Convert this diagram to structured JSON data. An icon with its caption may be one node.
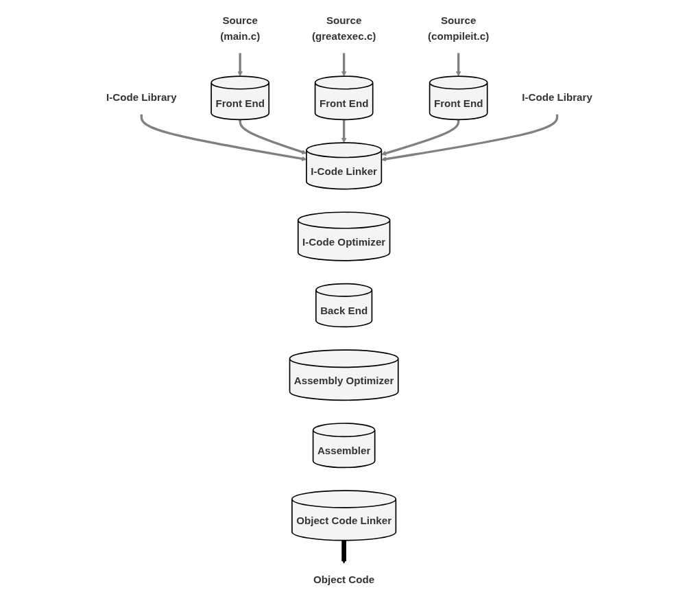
{
  "diagram": {
    "nodes": [
      {
        "text": [
          "Source",
          "(main.c)"
        ]
      },
      {
        "text": [
          "Source",
          "(greatexec.c)"
        ]
      },
      {
        "text": [
          "Source",
          "(compileit.c)"
        ]
      },
      {
        "text": [
          "Front End"
        ]
      },
      {
        "text": [
          "Front End"
        ]
      },
      {
        "text": [
          "Front End"
        ]
      },
      {
        "text": [
          "I-Code Library"
        ]
      },
      {
        "text": [
          "I-Code Library"
        ]
      },
      {
        "text": [
          "I-Code Linker"
        ]
      },
      {
        "text": [
          "I-Code Optimizer"
        ]
      },
      {
        "text": [
          "Back End"
        ]
      },
      {
        "text": [
          "Assembly Optimizer"
        ]
      },
      {
        "text": [
          "Assembler"
        ]
      },
      {
        "text": [
          "Object Code Linker"
        ]
      },
      {
        "text": [
          "Object Code"
        ]
      }
    ],
    "edges": [
      {
        "from": 0,
        "to": 3,
        "arrow": "to"
      },
      {
        "from": 1,
        "to": 4,
        "arrow": "to"
      },
      {
        "from": 2,
        "to": 5,
        "arrow": "to"
      },
      {
        "from": 6,
        "to": 8,
        "arrow": "to"
      },
      {
        "from": 3,
        "to": 8,
        "arrow": "to"
      },
      {
        "from": 4,
        "to": 8,
        "arrow": "to"
      },
      {
        "from": 5,
        "to": 8,
        "arrow": "to"
      },
      {
        "from": 7,
        "to": 8,
        "arrow": "to"
      },
      {
        "from": 13,
        "to": 14,
        "arrow": "to",
        "style": "thick",
        "color": "#000000"
      }
    ]
  }
}
